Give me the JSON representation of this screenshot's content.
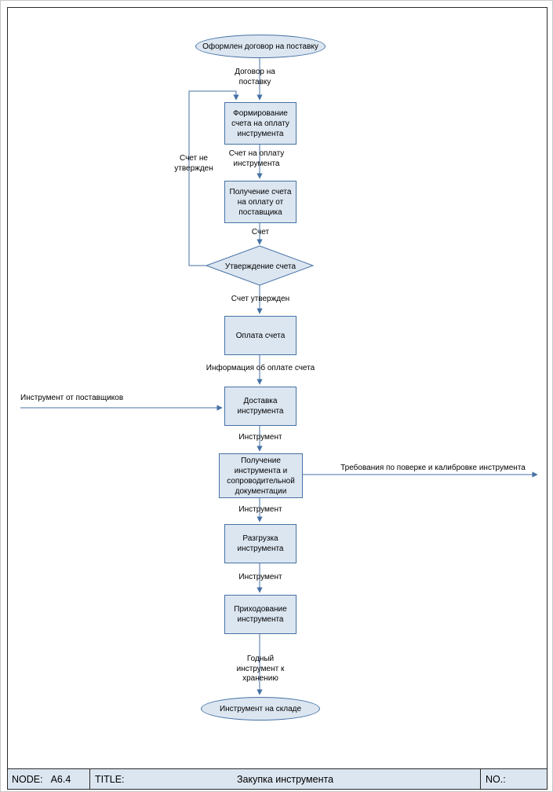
{
  "colors": {
    "shape_fill": "#dce6f1",
    "shape_border": "#4671a5",
    "connector": "#4671a5",
    "footer_bg": "#dce6f1"
  },
  "diagram": {
    "start": "Оформлен договор на поставку",
    "end": "Инструмент на складе",
    "decision": "Утверждение счета",
    "boxes": [
      "Формирование счета на оплату инструмента",
      "Получение счета на оплату от поставщика",
      "Оплата счета",
      "Доставка инструмента",
      "Получение инструмента и сопроводительной документации",
      "Разгрузка инструмента",
      "Приходование инструмента"
    ],
    "labels": {
      "contract": "Договор на поставку",
      "invoice_for_payment": "Счет на оплату инструмента",
      "invoice": "Счет",
      "not_approved": "Счет не утвержден",
      "approved": "Счет утвержден",
      "payment_info": "Информация об оплате счета",
      "tools_from_suppliers": "Инструмент от поставщиков",
      "tool_after_delivery": "Инструмент",
      "requirements": "Требования по поверке и калибровке инструмента",
      "tool_after_receiving": "Инструмент",
      "tool_after_unloading": "Инструмент",
      "good_tool": "Годный инструмент к хранению"
    }
  },
  "footer": {
    "node_label": "NODE:",
    "node_value": "A6.4",
    "title_label": "TITLE:",
    "title_value": "Закупка инструмента",
    "no_label": "NO.:"
  }
}
